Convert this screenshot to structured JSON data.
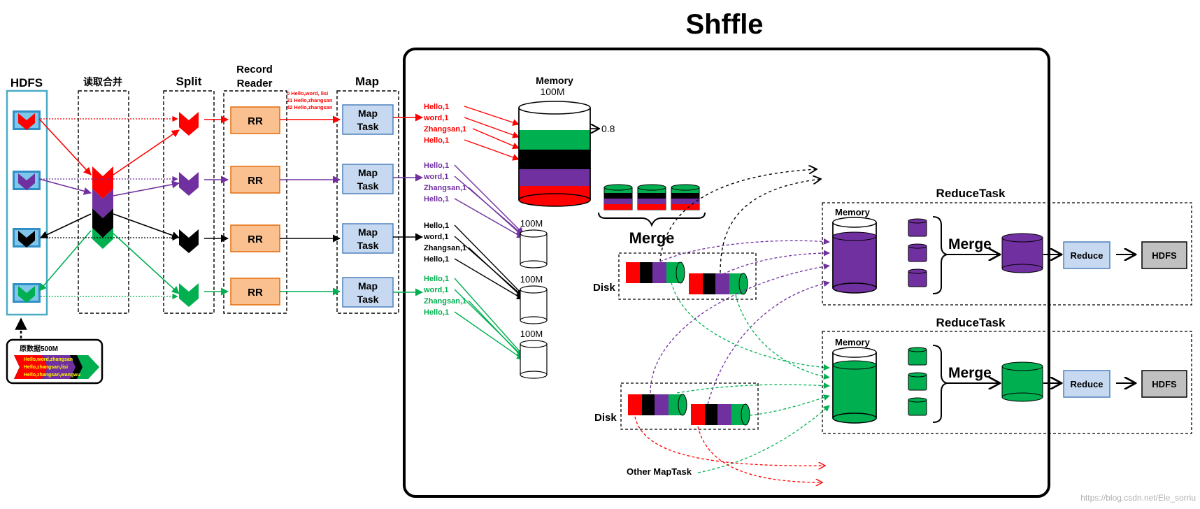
{
  "title": "Shffle",
  "columns": {
    "hdfs": "HDFS",
    "merge_read": "读取合并",
    "split": "Split",
    "record_reader_1": "Record",
    "record_reader_2": "Reader",
    "map": "Map"
  },
  "rr_label": "RR",
  "maptask_label_1": "Map",
  "maptask_label_2": "Task",
  "record_samples": [
    "0    Hello,word, lisi",
    "21  Hello,zhangsan",
    "42  Hello,zhangsan"
  ],
  "source": {
    "title": "原数据500M",
    "lines": [
      "Hello,word,zhangsan",
      "Hello,zhangsan,lisi",
      "Hello,zhangsan,wangwu"
    ]
  },
  "pairs": [
    [
      "Hello,1",
      "word,1",
      "Zhangsan,1",
      "Hello,1"
    ],
    [
      "Hello,1",
      "word,1",
      "Zhangsan,1",
      "Hello,1"
    ],
    [
      "Hello,1",
      "word,1",
      "Zhangsan,1",
      "Hello,1"
    ],
    [
      "Hello,1",
      "word,1",
      "Zhangsan,1",
      "Hello,1"
    ]
  ],
  "memory_title": "Memory",
  "memory_size": "100M",
  "threshold": "0.8",
  "spill_size": "100M",
  "merge_label": "Merge",
  "disk_label": "Disk",
  "other_maptask": "Other MapTask",
  "reduce_task": {
    "title": "ReduceTask",
    "memory": "Memory",
    "merge": "Merge",
    "reduce": "Reduce",
    "hdfs": "HDFS"
  },
  "watermark_url": "https://blog.csdn.net/Ele_sorriu",
  "colors": {
    "red": "#ff0000",
    "purple": "#7030a0",
    "black": "#000000",
    "green": "#00b050",
    "hdfs_border": "#4bacc6",
    "rr_fill": "#fac090",
    "rr_border": "#e46c0a",
    "map_fill": "#c6d9f1",
    "map_border": "#4f81bd"
  }
}
